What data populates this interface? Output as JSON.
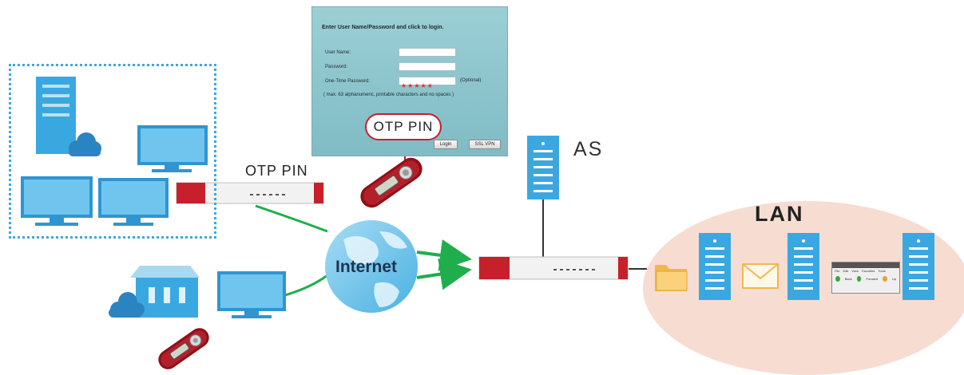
{
  "login_window": {
    "title": "Enter User Name/Password and click to login.",
    "username_label": "User Name:",
    "password_label": "Password:",
    "otp_label": "One-Time Password:",
    "otp_value": "★★★★★",
    "optional_label": "(Optional)",
    "note": "( max. 63 alphanumeric, printable characters and no spaces )",
    "login_button": "Login",
    "sslvpn_button": "SSL VPN"
  },
  "labels": {
    "otp_pin_bubble": "OTP PIN",
    "otp_pin": "OTP PIN",
    "as": "AS",
    "lan": "LAN",
    "internet": "Internet"
  },
  "browser": {
    "menu": [
      "File",
      "Edit",
      "View",
      "Favorites",
      "Tools"
    ],
    "nav": [
      "Back",
      "Forward",
      "Up"
    ]
  },
  "colors": {
    "accent_blue": "#3aa8e0",
    "firewall_red": "#c8202b",
    "arrow_green": "#1fae4b",
    "lan_fill": "#f7dcd2"
  }
}
